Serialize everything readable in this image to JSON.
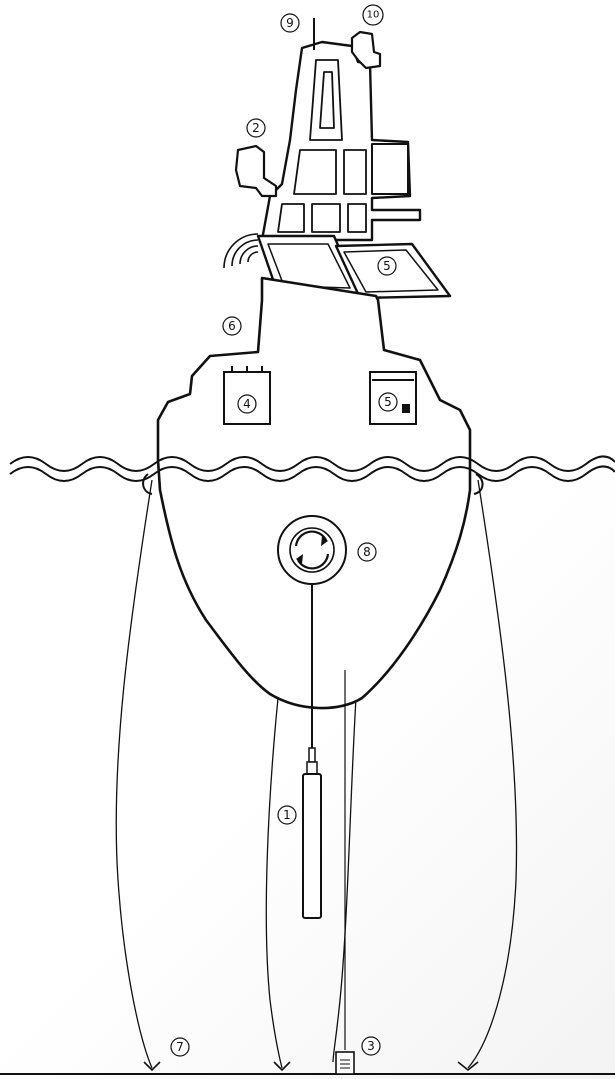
{
  "diagram": {
    "callouts": [
      {
        "id": "c1",
        "label": "1"
      },
      {
        "id": "c2",
        "label": "2"
      },
      {
        "id": "c3",
        "label": "3"
      },
      {
        "id": "c4",
        "label": "4"
      },
      {
        "id": "c5a",
        "label": "5"
      },
      {
        "id": "c5b",
        "label": "5"
      },
      {
        "id": "c6",
        "label": "6"
      },
      {
        "id": "c7",
        "label": "7"
      },
      {
        "id": "c8",
        "label": "8"
      },
      {
        "id": "c9",
        "label": "9"
      },
      {
        "id": "c10",
        "label": "10"
      }
    ],
    "colors": {
      "ink": "#111111",
      "background": "#ffffff"
    },
    "icons": [
      "solar-panel-icon",
      "wind-sensor-icon",
      "antenna-signal-icon",
      "battery-box-icon",
      "electronics-box-icon",
      "winch-rotation-icon",
      "profiling-sensor-icon",
      "seabed-sensor-icon",
      "anchor-icon",
      "wave-line-icon"
    ]
  }
}
